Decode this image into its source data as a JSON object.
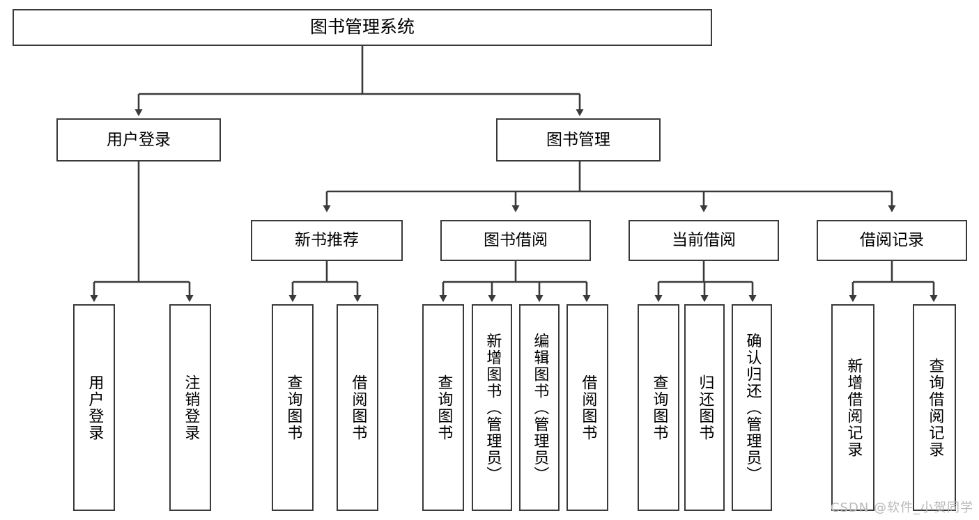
{
  "diagram": {
    "title": "图书管理系统",
    "type": "tree-hierarchy",
    "accent_color": "#3a3a3a",
    "background_color": "#ffffff",
    "watermark": "CSDN @软件_小贺同学",
    "levels": {
      "root": {
        "label": "图书管理系统"
      },
      "level2": [
        {
          "label": "用户登录"
        },
        {
          "label": "图书管理"
        }
      ],
      "level3": [
        {
          "label": "新书推荐"
        },
        {
          "label": "图书借阅"
        },
        {
          "label": "当前借阅"
        },
        {
          "label": "借阅记录"
        }
      ],
      "leaves": {
        "user_login": [
          {
            "label": "用户登录"
          },
          {
            "label": "注销登录"
          }
        ],
        "new_book_recommend": [
          {
            "label": "查询图书"
          },
          {
            "label": "借阅图书"
          }
        ],
        "book_borrow": [
          {
            "label": "查询图书"
          },
          {
            "label": "新增图书（管理员）"
          },
          {
            "label": "编辑图书（管理员）"
          },
          {
            "label": "借阅图书"
          }
        ],
        "current_borrow": [
          {
            "label": "查询图书"
          },
          {
            "label": "归还图书"
          },
          {
            "label": "确认归还（管理员）"
          }
        ],
        "borrow_record": [
          {
            "label": "新增借阅记录"
          },
          {
            "label": "查询借阅记录"
          }
        ]
      }
    }
  }
}
